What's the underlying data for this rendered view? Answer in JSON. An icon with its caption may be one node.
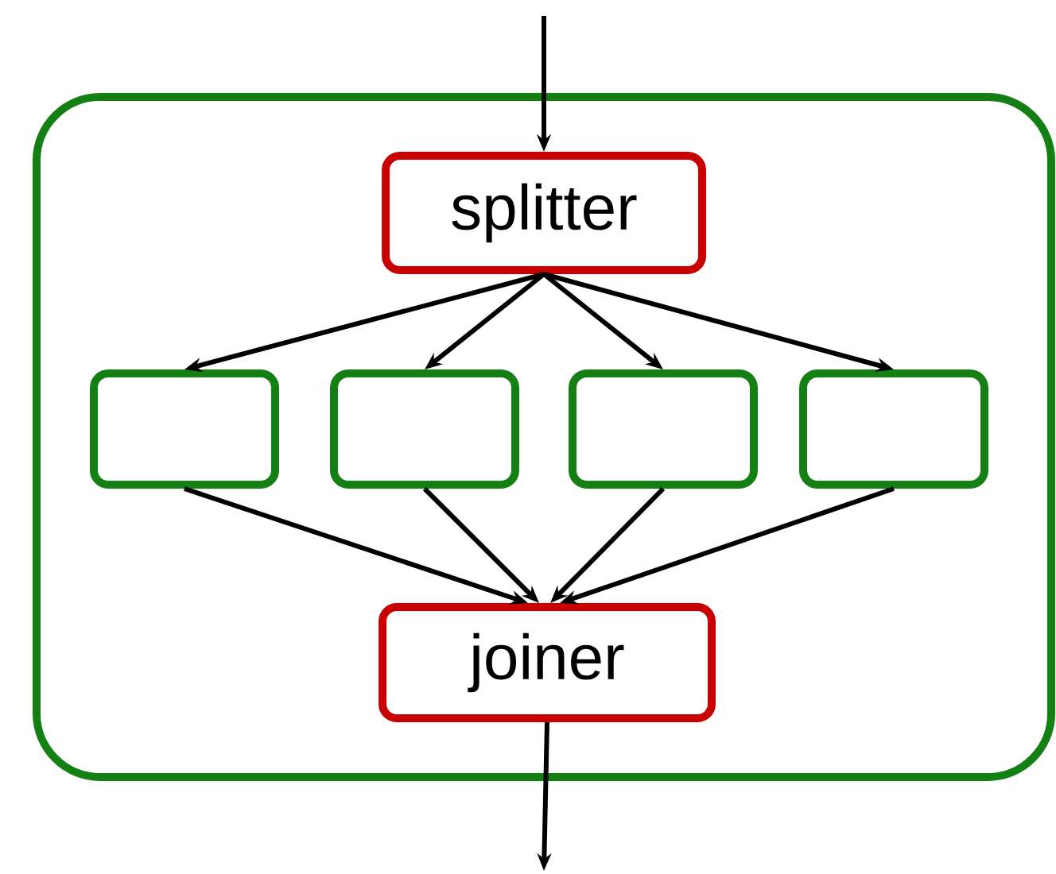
{
  "diagram": {
    "nodes": [
      {
        "text": [],
        "shape": "box"
      },
      {
        "text": [
          "splitter"
        ],
        "in": 0
      },
      {
        "text": [],
        "shape": "box",
        "in": 0
      },
      {
        "text": [],
        "shape": "box",
        "in": 0
      },
      {
        "text": [],
        "shape": "box",
        "in": 0
      },
      {
        "text": [],
        "shape": "box",
        "in": 0
      },
      {
        "text": [
          "joiner"
        ],
        "in": 0
      }
    ],
    "edges": [
      {
        "from": null,
        "to": 1,
        "arrow": "to"
      },
      {
        "from": 1,
        "to": 2,
        "arrow": "to"
      },
      {
        "from": 1,
        "to": 3,
        "arrow": "to"
      },
      {
        "from": 1,
        "to": 4,
        "arrow": "to"
      },
      {
        "from": 1,
        "to": 5,
        "arrow": "to"
      },
      {
        "from": 2,
        "to": 6,
        "arrow": "to"
      },
      {
        "from": 3,
        "to": 6,
        "arrow": "to"
      },
      {
        "from": 4,
        "to": 6,
        "arrow": "to"
      },
      {
        "from": 5,
        "to": 6,
        "arrow": "to"
      },
      {
        "from": 6,
        "to": null,
        "arrow": "to"
      }
    ]
  }
}
